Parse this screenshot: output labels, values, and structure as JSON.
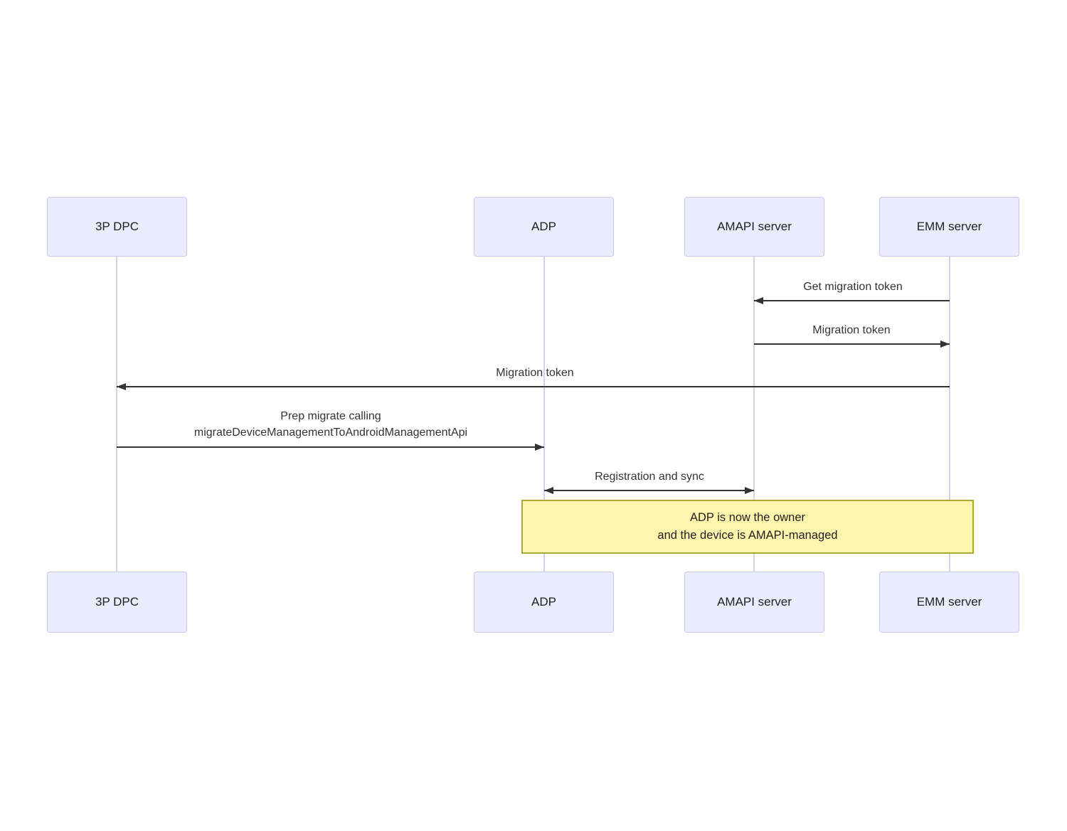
{
  "diagram": {
    "type": "sequence-diagram",
    "background": "#ffffff",
    "colors": {
      "actor_fill": "#ECECFF",
      "actor_border": "#CBC6EC",
      "lifeline": "#D5D0EF",
      "message_line": "#333333",
      "message_text": "#333333",
      "note_fill": "#FFF5AD",
      "note_border": "#AAAA33"
    },
    "actors": [
      {
        "id": "3p-dpc",
        "label": "3P DPC"
      },
      {
        "id": "adp",
        "label": "ADP"
      },
      {
        "id": "amapi-server",
        "label": "AMAPI server"
      },
      {
        "id": "emm-server",
        "label": "EMM server"
      }
    ],
    "messages": [
      {
        "label": "Get migration token",
        "from": "emm-server",
        "to": "amapi-server",
        "direction": "left"
      },
      {
        "label": "Migration token",
        "from": "amapi-server",
        "to": "emm-server",
        "direction": "right"
      },
      {
        "label": "Migration token",
        "from": "emm-server",
        "to": "3p-dpc",
        "direction": "left"
      },
      {
        "label_line1": "Prep migrate calling",
        "label_line2": "migrateDeviceManagementToAndroidManagementApi",
        "from": "3p-dpc",
        "to": "adp",
        "direction": "right"
      },
      {
        "label": "Registration and sync",
        "from": "adp",
        "to": "amapi-server",
        "direction": "both"
      }
    ],
    "note": {
      "over": [
        "adp",
        "emm-server"
      ],
      "line1": "ADP is now the owner",
      "line2": "and the device is AMAPI-managed"
    }
  }
}
